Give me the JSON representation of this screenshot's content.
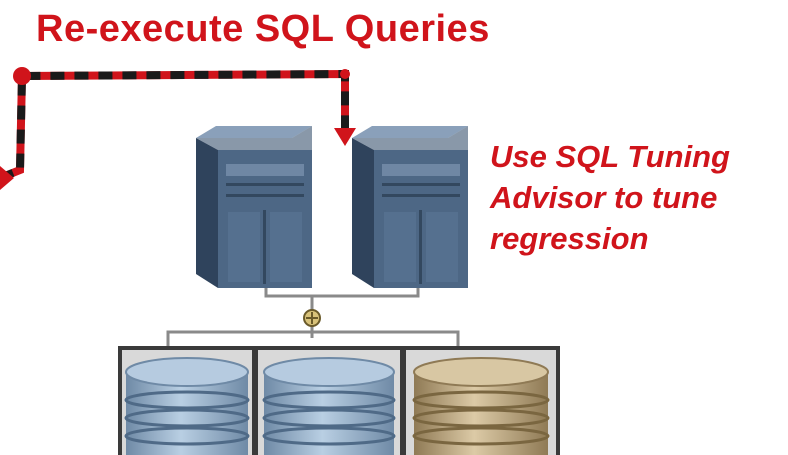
{
  "title": "Re-execute SQL Queries",
  "note": {
    "lines": [
      "Use SQL Tuning",
      "Advisor to tune",
      "regression"
    ]
  },
  "colors": {
    "accent_red": "#d0141b",
    "dash_dark": "#1a1a1a",
    "server_dark": "#3f5673",
    "server_light": "#7c93ad",
    "disk_blue": "#a9c1d8",
    "disk_tan": "#c9b48f",
    "connector": "#8a8a8a"
  },
  "icons": {
    "servers": [
      "server-icon",
      "server-icon"
    ],
    "disks": [
      "database-disk-icon",
      "database-disk-icon",
      "database-disk-icon"
    ],
    "connector": "network-hub-icon"
  }
}
